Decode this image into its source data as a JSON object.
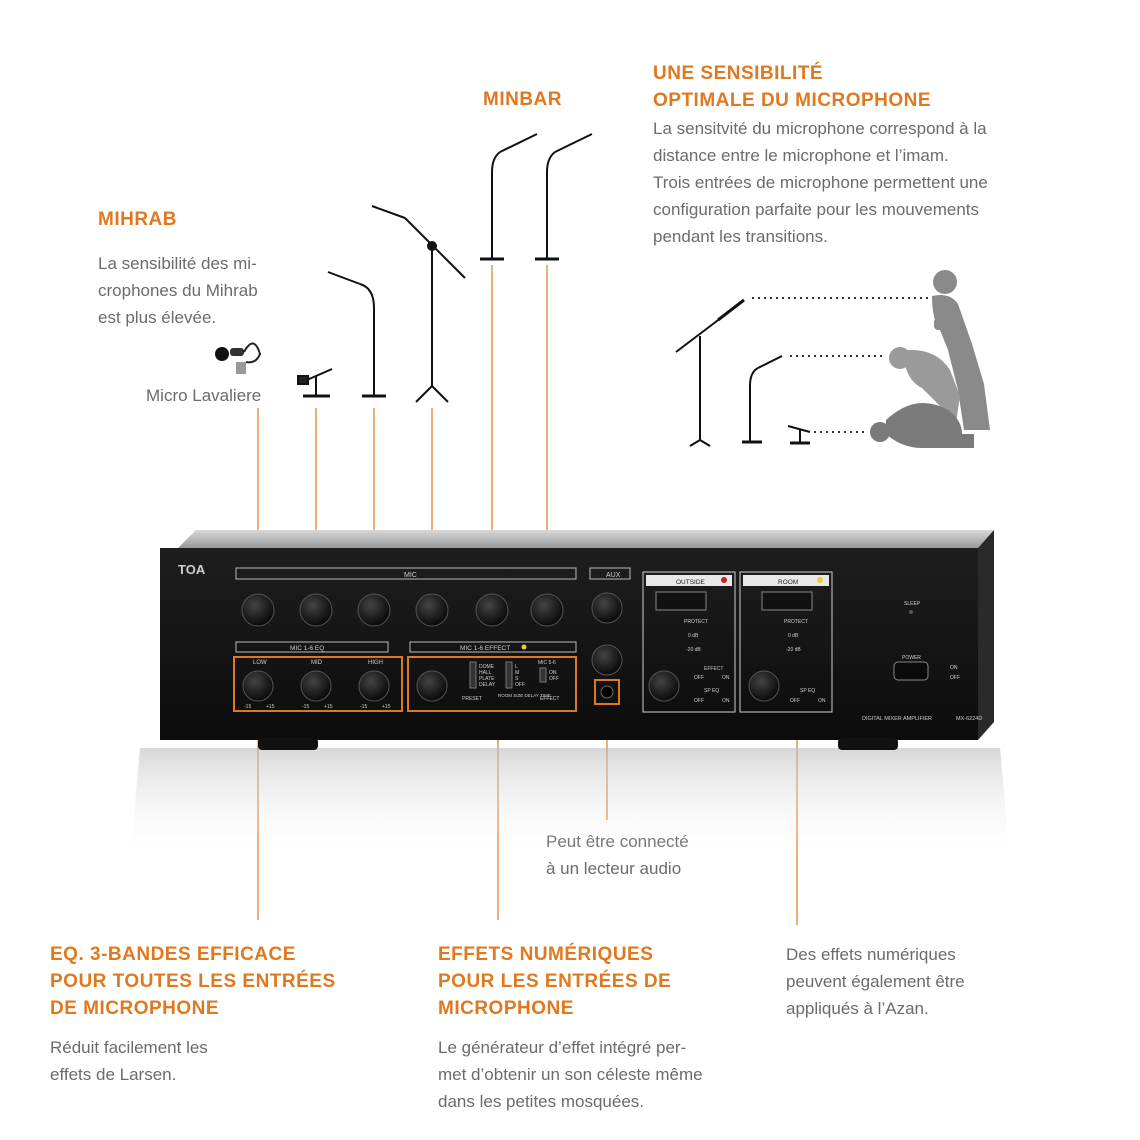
{
  "annotations": {
    "sensibilite": {
      "title": "UNE SENSIBILITÉ\nOPTIMALE DU MICROPHONE",
      "body": "La sensitvité du microphone correspond à la\ndistance entre le microphone et l’imam.\nTrois entrées de microphone permettent une\nconfiguration parfaite pour les mouvements\npendant les transitions."
    },
    "minbar": {
      "title": "MINBAR"
    },
    "mihrab": {
      "title": "MIHRAB",
      "body": "La sensibilité des mi-\ncrophones du Mihrab\nest plus élevée."
    },
    "lavaliere": {
      "label": "Micro Lavaliere"
    },
    "aux": {
      "body": "Peut être connecté\nà un lecteur audio"
    },
    "eq": {
      "title": "EQ. 3-BANDES EFFICACE\nPOUR TOUTES LES ENTRÉES\nDE MICROPHONE",
      "body": "Réduit facilement les\neffets de Larsen."
    },
    "effets": {
      "title": "EFFETS NUMÉRIQUES\nPOUR LES ENTRÉES DE\nMICROPHONE",
      "body": "Le générateur d’effet intégré per-\nmet d’obtenir un son céleste même\ndans les petites mosquées."
    },
    "azan": {
      "body": "Des effets numériques\npeuvent également être\nappliqués à l’Azan."
    }
  },
  "amplifier": {
    "brand": "TOA",
    "mic_label": "MIC",
    "aux_label": "AUX",
    "eq_label": "MIC 1-6 EQ",
    "effect_label": "MIC 1-6 EFFECT",
    "eq_bands": [
      "LOW",
      "MID",
      "HIGH"
    ],
    "preset_options": [
      "DOME",
      "HALL",
      "PLATE",
      "DELAY"
    ],
    "room_options": [
      "L",
      "M",
      "S",
      "OFF"
    ],
    "mic56_label": "MIC 5-6",
    "mic56_options": [
      "ON",
      "OFF"
    ],
    "preset_label": "PRESET",
    "room_size_label": "ROOM SIZE\nDELAY TIME",
    "effect_knob_label": "EFFECT",
    "outside_label": "OUTSIDE",
    "room_label": "ROOM",
    "protect_label": "PROTECT",
    "db0_label": "0 dB",
    "db20_label": "-20 dB",
    "effect_switch_label": "EFFECT",
    "sp_eq_label": "SP EQ",
    "off_label": "OFF",
    "on_label": "ON",
    "sleep_label": "SLEEP",
    "power_label": "POWER",
    "model_name": "DIGITAL MIXER AMPLIFIER",
    "model_number": "MX-6224D",
    "scale_min": "-15",
    "scale_max": "+15",
    "accent_color": "#e07820"
  }
}
